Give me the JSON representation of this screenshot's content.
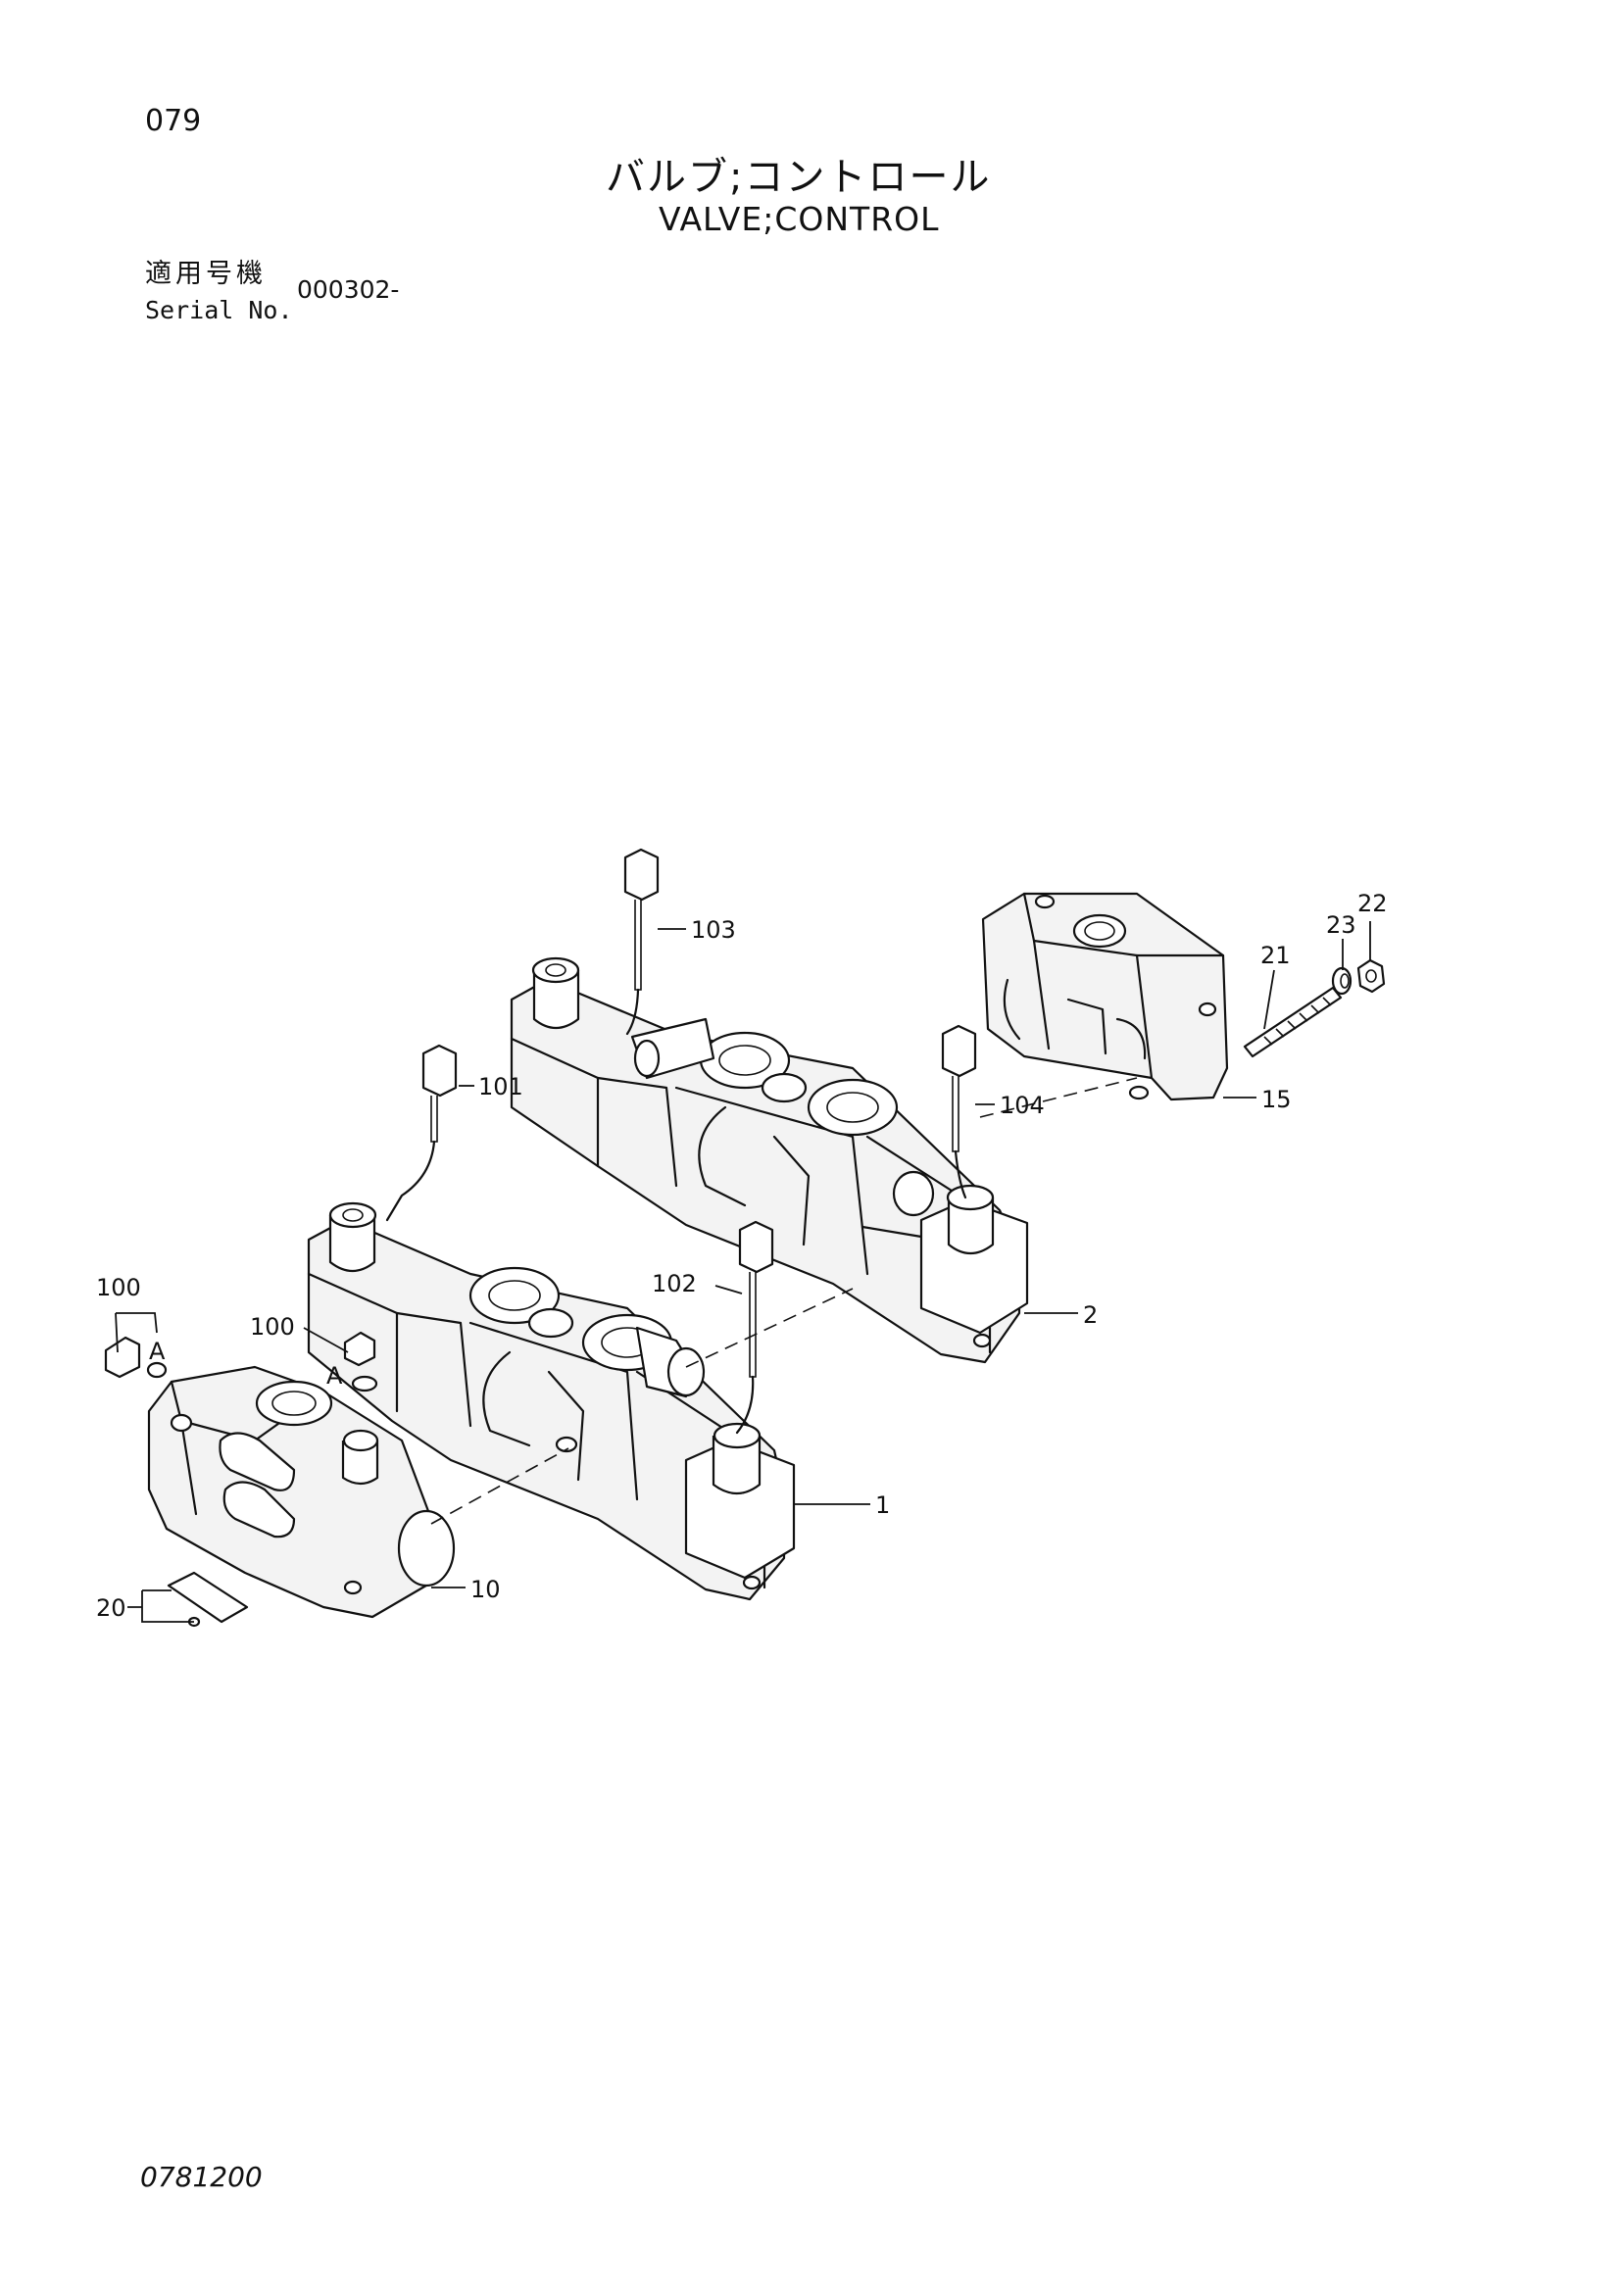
{
  "header": {
    "page_number": "079",
    "title_jp": "バルブ;コントロール",
    "title_en": "VALVE;CONTROL",
    "serial_label_jp": "適用号機",
    "serial_label_en": "Serial No.",
    "serial_value": "000302-"
  },
  "footer": {
    "drawing_code": "0781200"
  },
  "callouts": {
    "c1": "1",
    "c2": "2",
    "c10": "10",
    "c15": "15",
    "c20": "20",
    "c21": "21",
    "c22": "22",
    "c23": "23",
    "c100a": "100",
    "c100b": "100",
    "c101": "101",
    "c102": "102",
    "c103": "103",
    "c104": "104",
    "markA1": "A",
    "markA2": "A"
  }
}
